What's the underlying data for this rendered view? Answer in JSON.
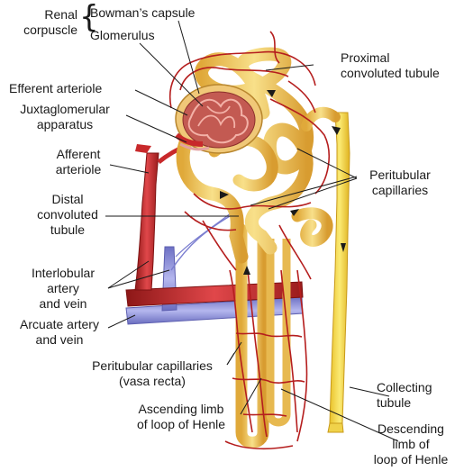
{
  "labels": {
    "renal_corpuscle": "Renal\ncorpuscle",
    "bowmans_capsule": "Bowman’s capsule",
    "glomerulus": "Glomerulus",
    "proximal_convoluted_tubule": "Proximal\nconvoluted tubule",
    "efferent_arteriole": "Efferent arteriole",
    "juxtaglomerular_apparatus": "Juxtaglomerular\napparatus",
    "afferent_arteriole": "Afferent\narteriole",
    "peritubular_capillaries": "Peritubular\ncapillaries",
    "distal_convoluted_tubule": "Distal\nconvoluted\ntubule",
    "interlobular_artery_vein": "Interlobular\nartery\nand vein",
    "arcuate_artery_vein": "Arcuate artery\nand vein",
    "vasa_recta": "Peritubular capillaries\n(vasa recta)",
    "ascending_limb": "Ascending limb\nof loop of Henle",
    "collecting_tubule": "Collecting\ntubule",
    "descending_limb": "Descending\nlimb of\nloop of Henle"
  },
  "colors": {
    "tubule": "#f2cf63",
    "tubule_edge": "#c9962b",
    "collecting": "#f6dc45",
    "artery": "#c8292b",
    "vein": "#8c8fd6",
    "capillary": "#b51e1e",
    "glomerulus": "#b04a4a",
    "line": "#1a1a1a"
  }
}
